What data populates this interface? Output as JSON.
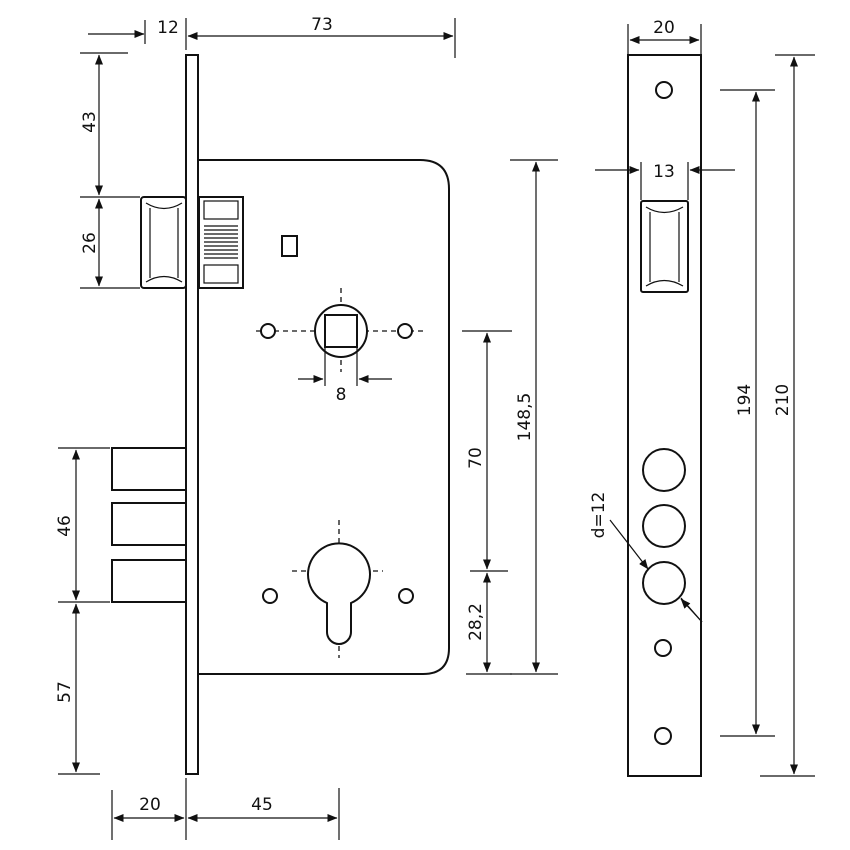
{
  "dimensions": {
    "faceplate_offset": "12",
    "case_depth": "73",
    "latch_top_offset": "43",
    "latch_height": "26",
    "spindle_square": "8",
    "bolt_group_height": "46",
    "bolt_bottom_offset": "57",
    "backset_bolt": "20",
    "backset": "45",
    "center_distance": "70",
    "cylinder_offset": "28,2",
    "case_height": "148,5",
    "faceplate_width": "20",
    "latch_slot_width": "13",
    "screw_spacing": "194",
    "faceplate_length": "210",
    "bolt_hole_diameter": "d=12"
  },
  "colors": {
    "line": "#111111",
    "background": "#ffffff"
  }
}
